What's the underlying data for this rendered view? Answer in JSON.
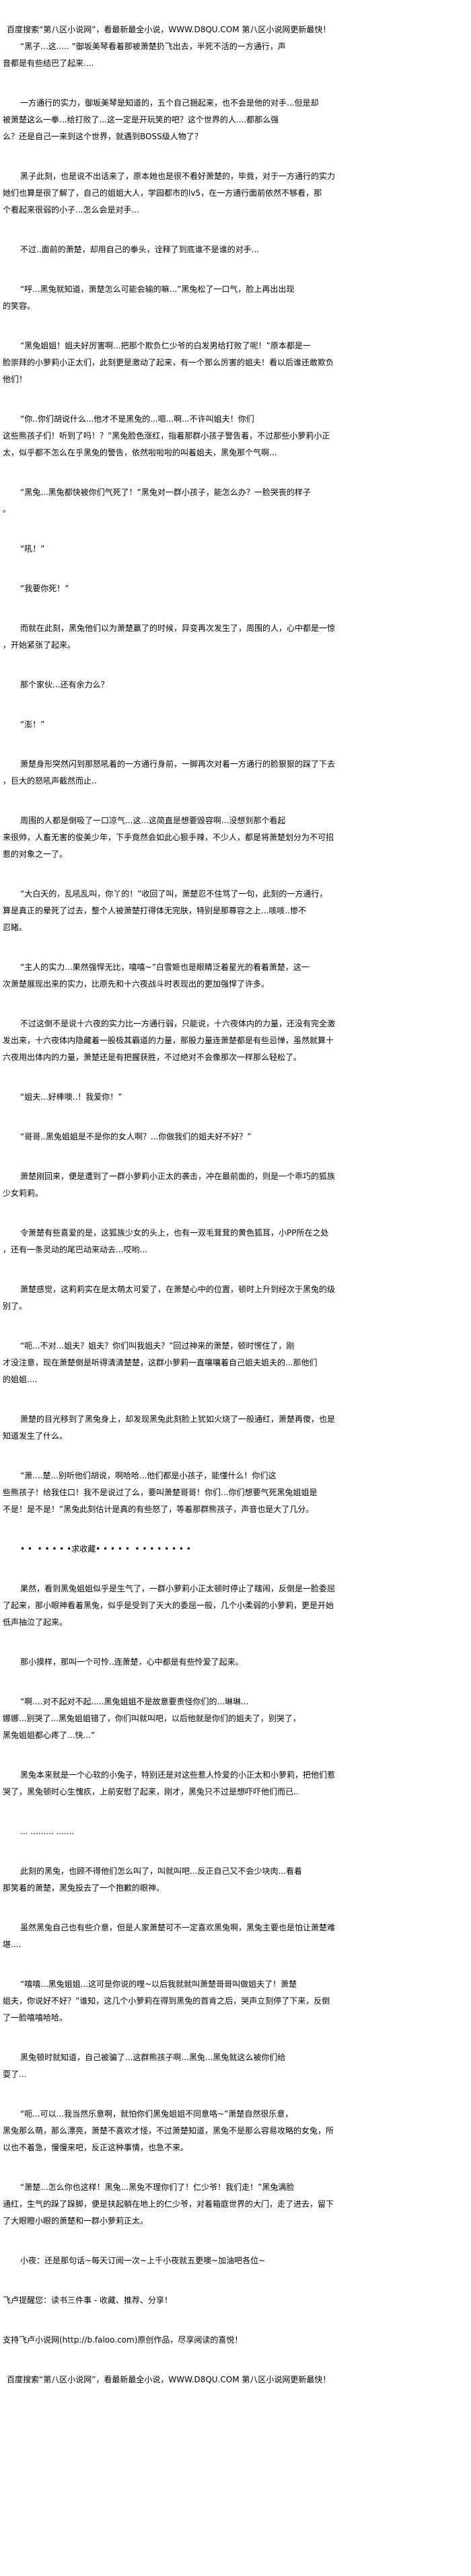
{
  "banner": "百度搜索“第八区小说网”，看最新最全小说，WWW.D8QU.COM   第八区小说网更新最快！",
  "paragraphs": [
    [
      "“黑子...这..... ”御坂美琴看着那被萧楚扔飞出去，半死不活的一方通行，声",
      "音都是有些结巴了起来...."
    ],
    [
      "一方通行的实力，御坂美琴是知道的，五个自己捆起来，也不会是他的对手...但是却",
      "被萧楚这么一拳...给打败了...这一定是开玩笑的吧？这个世界的人....都那么强",
      "么？还是自己一来到这个世界，就遇到BOSS级人物了？"
    ],
    [
      "黑子此刻，也是说不出话来了，原本她也是很不看好萧楚的，毕竟，对于一方通行的实力",
      "她们也算是很了解了，自己的姐姐大人，学园都市的lv5，在一方通行面前依然不够看，那",
      "个看起来很弱的小子...怎么会是对手..."
    ],
    [
      "不过..面前的萧楚，却用自己的拳头，诠释了到底谁不是谁的对手..."
    ],
    [
      "“呼...黑兔就知道，萧楚怎么可能会输的嘛...”黑兔松了一口气，脸上再出出现",
      "的笑容。"
    ],
    [
      "“黑兔姐姐！姐夫好厉害啊...把那个欺负仁少爷的白发男给打败了呢！”原本都是一",
      "脸崇拜的小萝莉小正太们，此刻更是激动了起来，有一个那么厉害的姐夫！看以后谁还敢欺负",
      "他们！"
    ],
    [
      "“你..你们胡说什么...他才不是黑兔的...嗯...啊...不许叫姐夫！你们",
      "这些熊孩子们！听到了吗！？”黑兔脸色涨红，指着那群小孩子警告着，不过那些小萝莉小正",
      "太，似乎都不怎么在乎黑兔的警告，依然啦啦啦的叫着姐夫，黑兔那个气啊..."
    ],
    [
      "“黑兔...黑兔都快被你们气死了！”黑兔对一群小孩子，能怎么办？一脸哭丧的样子",
      "。"
    ],
    [
      "“吼！”"
    ],
    [
      "“我要你死！”"
    ],
    [
      "而就在此刻，黑兔他们以为萧楚赢了的时候，异变再次发生了，周围的人，心中都是一惊",
      "，开始紧张了起来。"
    ],
    [
      "那个家伙...还有余力么？"
    ],
    [
      "“澎！”"
    ],
    [
      "萧楚身形突然闪到那怒吼着的一方通行身前，一脚再次对着一方通行的脸狠狠的踩了下去",
      "，巨大的怒吼声截然而止.."
    ],
    [
      "周围的人都是倒吸了一口凉气...这...这简直是想要毁容啊...没想到那个看起",
      "来很帅，人畜无害的俊美少年，下手竟然会如此心狠手辣，不少人，都是将萧楚划分为不可招",
      "惹的对象之一了。"
    ],
    [
      "“大白天的，乱吼乱叫，你丫的！”收回了叫，萧楚忍不住骂了一句，此刻的一方通行，",
      "算是真正的晕死了过去，整个人被萧楚打得体无完肤，特别是那尊容之上...咳咳..惨不",
      "忍睹。"
    ],
    [
      "“主人的实力...果然强悍无比，嘻嘻~”白雪姬也是眼睛泛着星光的看着萧楚，这一",
      "次萧楚展现出来的实力，比原先和十六夜战斗时表现出的更加强悍了许多。"
    ],
    [
      "不过这倒不是说十六夜的实力比一方通行弱，只能说，十六夜体内的力量，还没有完全激",
      "发出来，十六夜体内隐藏着一股极其霸道的力量，那股力量连萧楚都是有些忌惮，虽然就算十",
      "六夜用出体内的力量，萧楚还是有把握获胜，不过绝对不会像那次一样那么轻松了。"
    ],
    [
      "“姐夫...好棒噢..！我爱你！”"
    ],
    [
      "“哥哥..黑兔姐姐是不是你的女人啊？...你做我们的姐夫好不好？”"
    ],
    [
      "萧楚刚回来，便是遭到了一群小萝莉小正太的袭击，冲在最前面的，则是一个乖巧的狐族",
      "少女莉莉。"
    ],
    [
      "令萧楚有些喜爱的是，这狐族少女的头上，也有一双毛茸茸的黄色狐耳，小PP所在之处",
      "，还有一条灵动的尾巴动来动去...哎哟..."
    ],
    [
      "萧楚感觉，这莉莉实在是太萌太可爱了，在萧楚心中的位置，顿时上升到经次于黑兔的级",
      "别了。"
    ],
    [
      "“呃...不对...姐夫？姐夫？你们叫我姐夫？”回过神来的萧楚，顿时愣住了，刚",
      "才没注意，现在萧楚倒是听得清清楚楚，这群小萝莉一直嚷嚷着自己姐夫姐夫的...那他们",
      "的姐姐...."
    ],
    [
      "萧楚的目光移到了黑兔身上，却发现黑兔此刻脸上犹如火烧了一般通红，萧楚再傻，也是",
      "知道发生了什么。"
    ],
    [
      "“萧....楚...别听他们胡说，啊哈哈...他们都是小孩子，能懂什么！你们这",
      "些熊孩子！给我住口！我不是说过了么，要叫萧楚哥哥！你们...你们想要气死黑兔姐姐是",
      "不是！是不是！”黑兔此刻估计是真的有些怒了，等着那群熊孩子，声音也是大了几分。"
    ],
    [
      "• •  • • • • •求收藏• • • • •  • • • • • • • •"
    ],
    [
      "果然，看到黑兔姐姐似乎是生气了，一群小萝莉小正太顿时停止了瞎闹，反倒是一脸委屈",
      "了起来，那小眼神看着黑兔，似乎是受到了天大的委屈一般，几个小柔弱的小萝莉，更是开始",
      "低声抽泣了起来。"
    ],
    [
      "那小摸样，那叫一个可怜..连萧楚，心中都是有些怜爱了起来。"
    ],
    [
      "“啊....对不起对不起.....黑兔姐姐不是故意要责怪你们的...琳琳...",
      "娜娜...别哭了...黑兔姐姐错了，你们叫就叫吧，以后他就是你们的姐夫了，别哭了，",
      "黑兔姐姐都心疼了...快...”"
    ],
    [
      "黑兔本来就是一个心软的小兔子，特别还是对这些惹人怜爱的小正太和小萝莉，把他们惹",
      "哭了，黑兔顿时心生愧疚，上前安慰了起来，刚才，黑兔只不过是想吓吓他们而已.."
    ],
    [
      "... ......... ......."
    ],
    [
      "此刻的黑兔，也顾不得他们怎么叫了，叫就叫吧...反正自己又不会少块肉...看着",
      "那笑着的萧楚，黑兔投去了一个抱歉的眼神。"
    ],
    [
      "虽然黑兔自己也有些介意，但是人家萧楚可不一定喜欢黑兔啊，黑兔主要也是怕让萧楚难",
      "堪...."
    ],
    [
      "“嘻嘻...黑兔姐姐...这可是你说的哩~以后我就就叫萧楚哥哥叫做姐夫了！萧楚",
      "姐夫，你说好不好？”谁知，这几个小萝莉在得到黑兔的首肯之后，哭声立刻停了下来，反倒",
      "了一脸嘻嘻哈哈。"
    ],
    [
      "黑兔顿时就知道，自己被骗了...这群熊孩子啊...黑兔...黑兔就这么被你们给",
      "耍了..."
    ],
    [
      "“呃...可以...我当然乐意啊，就怕你们黑兔姐姐不同意咯~”萧楚自然很乐意，",
      "黑兔那么萌，那么漂亮，萧楚不喜欢才怪，不过萧楚知道，黑兔不是那么容易攻略的女兔，所",
      "以也不着急，慢慢来吧，反正这种事情，也急不来。"
    ],
    [
      "“萧楚...怎么你也这样！黑兔...黑兔不理你们了！仁少爷！我们走！”黑兔满脸",
      "通红，生气的跺了跺脚，便是扶起躺在地上的仁少爷，对着箱庭世界的大门，走了进去，留下",
      "了大眼瞪小眼的萧楚和一群小萝莉正太。"
    ],
    [
      "小夜：还是那句话~每天订阅一次~上千小夜就五更噢~加油吧各位~"
    ]
  ],
  "footer": {
    "reminder": "飞卢提醒您：读书三件事 - 收藏、推荐、分享！",
    "support": "支持飞卢小说网(http://b.faloo.com)原创作品，尽享阅读的喜悦！",
    "banner": "百度搜索“第八区小说网”，看最新最全小说，WWW.D8QU.COM   第八区小说网更新最快！"
  }
}
